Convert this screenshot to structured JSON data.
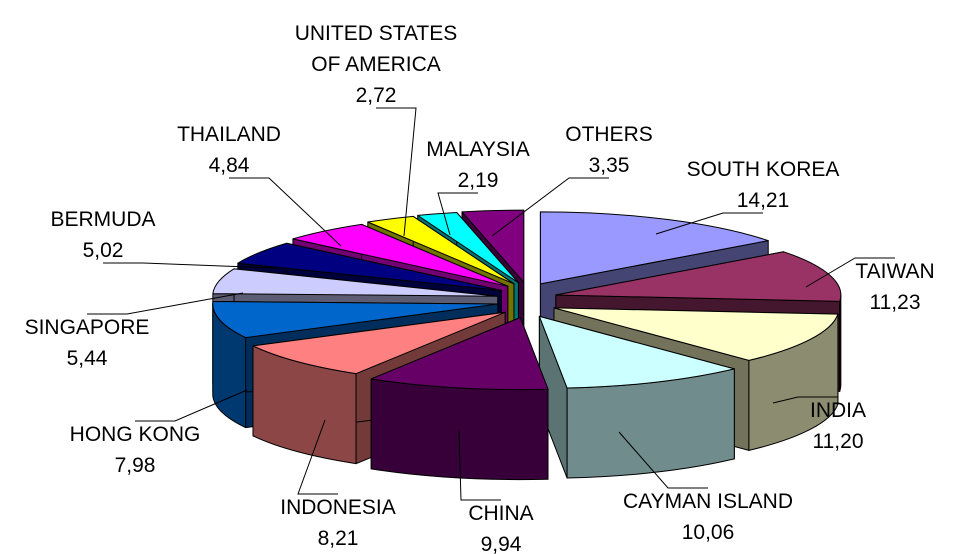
{
  "chart_data": {
    "type": "pie",
    "style": "3d-exploded",
    "decimal_separator": ",",
    "slices": [
      {
        "name_lines": [
          "SOUTH KOREA"
        ],
        "value": 14.21,
        "value_label": "14,21",
        "color": "#9999FF"
      },
      {
        "name_lines": [
          "TAIWAN"
        ],
        "value": 11.23,
        "value_label": "11,23",
        "color": "#993366"
      },
      {
        "name_lines": [
          "INDIA"
        ],
        "value": 11.2,
        "value_label": "11,20",
        "color": "#FFFFCC"
      },
      {
        "name_lines": [
          "CAYMAN ISLAND"
        ],
        "value": 10.06,
        "value_label": "10,06",
        "color": "#CCFFFF"
      },
      {
        "name_lines": [
          "CHINA"
        ],
        "value": 9.94,
        "value_label": "9,94",
        "color": "#660066"
      },
      {
        "name_lines": [
          "INDONESIA"
        ],
        "value": 8.21,
        "value_label": "8,21",
        "color": "#FF8080"
      },
      {
        "name_lines": [
          "HONG KONG"
        ],
        "value": 7.98,
        "value_label": "7,98",
        "color": "#0066CC"
      },
      {
        "name_lines": [
          "SINGAPORE"
        ],
        "value": 5.44,
        "value_label": "5,44",
        "color": "#CCCCFF"
      },
      {
        "name_lines": [
          "BERMUDA"
        ],
        "value": 5.02,
        "value_label": "5,02",
        "color": "#000080"
      },
      {
        "name_lines": [
          "THAILAND"
        ],
        "value": 4.84,
        "value_label": "4,84",
        "color": "#FF00FF"
      },
      {
        "name_lines": [
          "UNITED STATES",
          "OF AMERICA"
        ],
        "value": 2.72,
        "value_label": "2,72",
        "color": "#FFFF00"
      },
      {
        "name_lines": [
          "MALAYSIA"
        ],
        "value": 2.19,
        "value_label": "2,19",
        "color": "#00FFFF"
      },
      {
        "name_lines": [
          "OTHERS"
        ],
        "value": 3.35,
        "value_label": "3,35",
        "color": "#800080"
      }
    ]
  }
}
